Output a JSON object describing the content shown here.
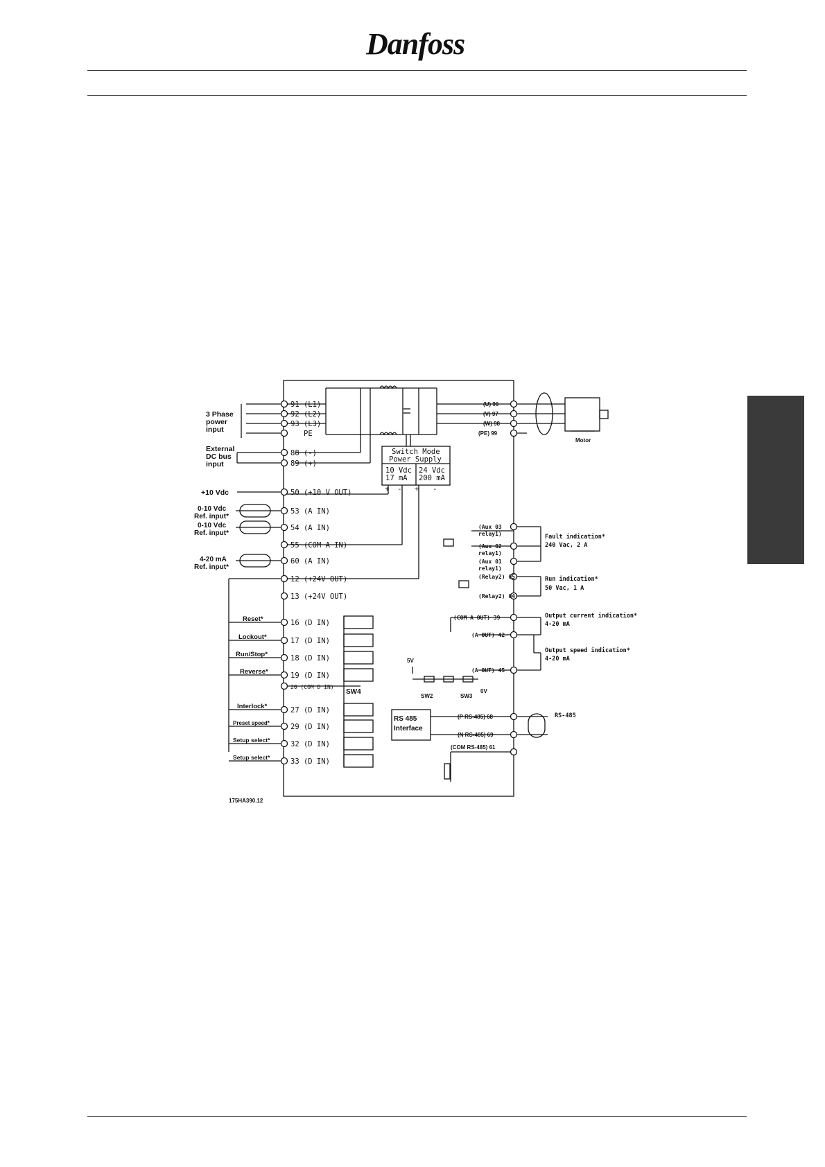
{
  "header": {
    "logo_text": "Danfoss"
  },
  "figure_id": "175HA390.12",
  "left_labels": {
    "three_phase": [
      "3 Phase",
      "power",
      "input"
    ],
    "external_dc": [
      "External",
      "DC bus",
      "input"
    ],
    "plus10": "+10 Vdc",
    "ref1": [
      "0-10 Vdc",
      "Ref. input*"
    ],
    "ref2": [
      "0-10 Vdc",
      "Ref. input*"
    ],
    "ref3": [
      "4-20 mA",
      "Ref. input*"
    ]
  },
  "switch_labels": [
    "Reset*",
    "Lockout*",
    "Run/Stop*",
    "Reverse*",
    "Interlock*",
    "Preset speed*",
    "Setup select*",
    "Setup select*"
  ],
  "terminals_left": [
    "91 (L1)",
    "92 (L2)",
    "93 (L3)",
    "PE",
    "88 (-)",
    "89 (+)",
    "50 (+10 V OUT)",
    "53 (A IN)",
    "54 (A IN)",
    "55 (COM A IN)",
    "60 (A IN)",
    "12 (+24V OUT)",
    "13 (+24V OUT)",
    "16 (D IN)",
    "17 (D IN)",
    "18 (D IN)",
    "19 (D IN)",
    "20 (COM D IN)",
    "27 (D IN)",
    "29 (D IN)",
    "32 (D IN)",
    "33 (D IN)"
  ],
  "psu": {
    "title": [
      "Switch Mode",
      "Power Supply"
    ],
    "left": [
      "10 Vdc",
      "17 mA"
    ],
    "right": [
      "24 Vdc",
      "200 mA"
    ],
    "plus": "+",
    "minus": "-"
  },
  "motor_terminals": [
    "(U) 96",
    "(V) 97",
    "(W) 98",
    "(PE) 99"
  ],
  "motor_label": "Motor",
  "relay_terminals": [
    "(Aux 03",
    "relay1)",
    "(Aux 02",
    "relay1)",
    "(Aux 01",
    "relay1)",
    "(Relay2) 05",
    "(Relay2) 04"
  ],
  "analog_out": [
    "(COM A OUT) 39",
    "(A OUT) 42",
    "(A OUT) 45"
  ],
  "right_labels": {
    "fault": [
      "Fault indication*",
      "240 Vac, 2 A"
    ],
    "run": [
      "Run indication*",
      "50 Vac, 1 A"
    ],
    "out_current": [
      "Output current indication*",
      "4-20 mA"
    ],
    "out_speed": [
      "Output speed indication*",
      "4-20 mA"
    ],
    "rs485": "RS-485"
  },
  "rs485_block": {
    "box": [
      "RS 485",
      "Interface"
    ],
    "five_v": "5V",
    "zero_v": "0V",
    "sw2": "SW2",
    "sw3": "SW3",
    "sw4": "SW4",
    "terms": [
      "(P RS-485) 68",
      "(N RS-485) 69",
      "(COM RS-485) 61"
    ]
  }
}
